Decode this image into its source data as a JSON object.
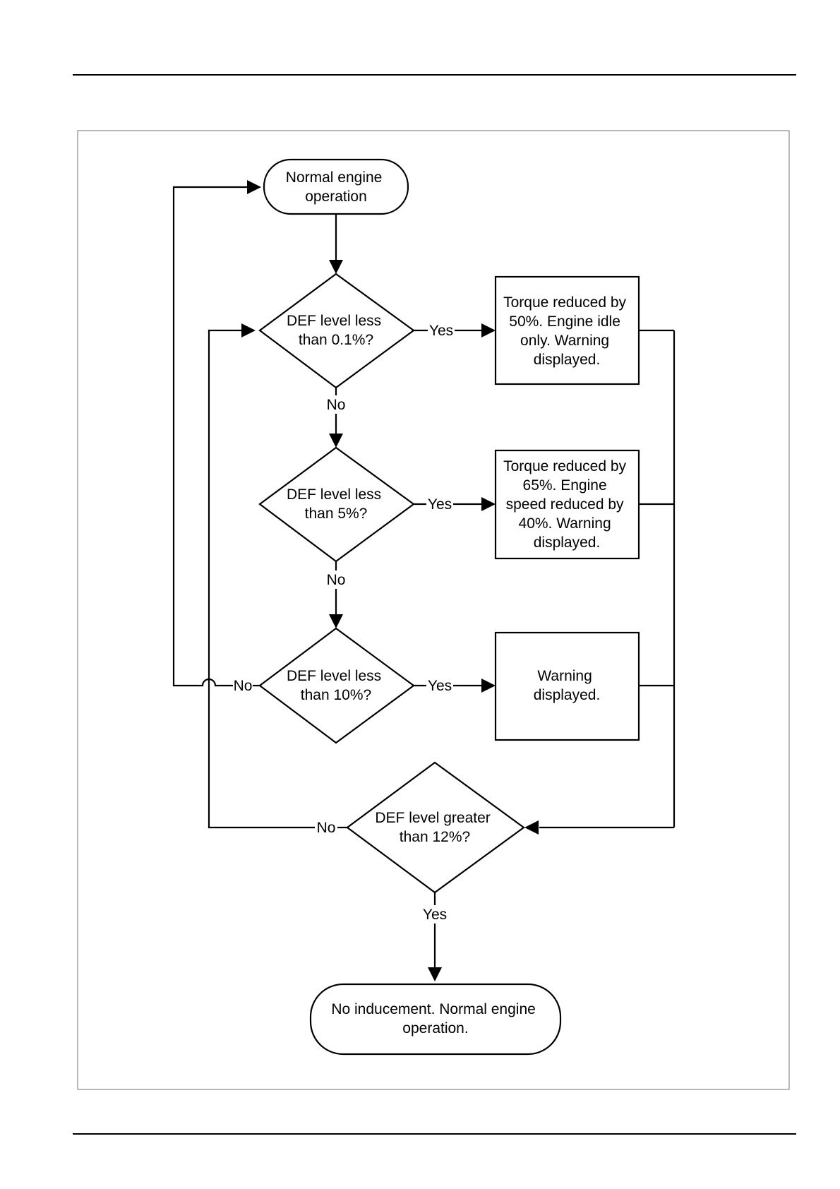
{
  "flowchart": {
    "start": {
      "lines": [
        "Normal engine",
        "operation"
      ]
    },
    "decision_1": {
      "lines": [
        "DEF level less",
        "than 0.1%?"
      ]
    },
    "decision_2": {
      "lines": [
        "DEF level less",
        "than 5%?"
      ]
    },
    "decision_3": {
      "lines": [
        "DEF level less",
        "than 10%?"
      ]
    },
    "decision_4": {
      "lines": [
        "DEF level greater",
        "than 12%?"
      ]
    },
    "action_1": {
      "lines": [
        "Torque reduced by",
        "50%.  Engine idle",
        "only.  Warning",
        "displayed."
      ]
    },
    "action_2": {
      "lines": [
        "Torque reduced by",
        "65%.  Engine",
        "speed reduced by",
        "40%. Warning",
        "displayed."
      ]
    },
    "action_3": {
      "lines": [
        "Warning",
        "displayed."
      ]
    },
    "end": {
      "lines": [
        "No inducement.  Normal engine",
        "operation."
      ]
    },
    "labels": {
      "yes": "Yes",
      "no": "No"
    }
  }
}
